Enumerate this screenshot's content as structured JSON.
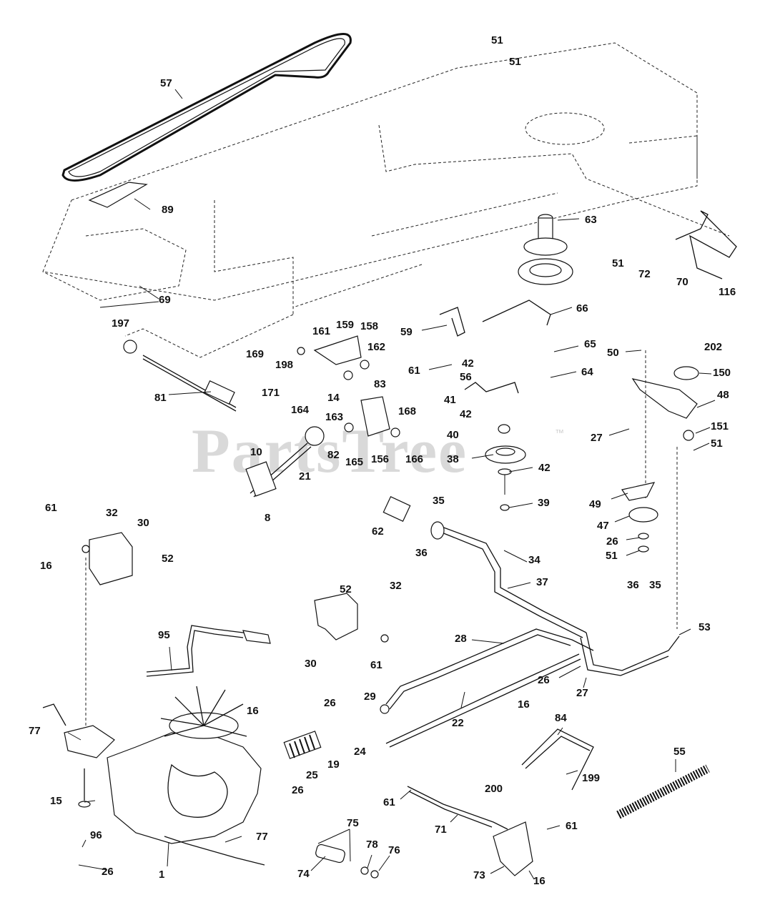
{
  "watermark": {
    "text": "PartsTree",
    "trademark": "™"
  },
  "callouts": [
    {
      "id": "c57a",
      "label": "57"
    },
    {
      "id": "c51a",
      "label": "51"
    },
    {
      "id": "c51b",
      "label": "51"
    },
    {
      "id": "c89",
      "label": "89"
    },
    {
      "id": "c63",
      "label": "63"
    },
    {
      "id": "c51c",
      "label": "51"
    },
    {
      "id": "c72",
      "label": "72"
    },
    {
      "id": "c70",
      "label": "70"
    },
    {
      "id": "c116",
      "label": "116"
    },
    {
      "id": "c69",
      "label": "69"
    },
    {
      "id": "c197",
      "label": "197"
    },
    {
      "id": "c66",
      "label": "66"
    },
    {
      "id": "c59",
      "label": "59"
    },
    {
      "id": "c161",
      "label": "161"
    },
    {
      "id": "c159",
      "label": "159"
    },
    {
      "id": "c158",
      "label": "158"
    },
    {
      "id": "c162",
      "label": "162"
    },
    {
      "id": "c169",
      "label": "169"
    },
    {
      "id": "c198",
      "label": "198"
    },
    {
      "id": "c171",
      "label": "171"
    },
    {
      "id": "c81",
      "label": "81"
    },
    {
      "id": "c164",
      "label": "164"
    },
    {
      "id": "c14",
      "label": "14"
    },
    {
      "id": "c83",
      "label": "83"
    },
    {
      "id": "c163",
      "label": "163"
    },
    {
      "id": "c42a",
      "label": "42"
    },
    {
      "id": "c61a",
      "label": "61"
    },
    {
      "id": "c56",
      "label": "56"
    },
    {
      "id": "c41",
      "label": "41"
    },
    {
      "id": "c42b",
      "label": "42"
    },
    {
      "id": "c65",
      "label": "65"
    },
    {
      "id": "c64",
      "label": "64"
    },
    {
      "id": "c50",
      "label": "50"
    },
    {
      "id": "c202",
      "label": "202"
    },
    {
      "id": "c150",
      "label": "150"
    },
    {
      "id": "c48",
      "label": "48"
    },
    {
      "id": "c168",
      "label": "168"
    },
    {
      "id": "c40",
      "label": "40"
    },
    {
      "id": "c27a",
      "label": "27"
    },
    {
      "id": "c151",
      "label": "151"
    },
    {
      "id": "c51d",
      "label": "51"
    },
    {
      "id": "c10",
      "label": "10"
    },
    {
      "id": "c21",
      "label": "21"
    },
    {
      "id": "c82",
      "label": "82"
    },
    {
      "id": "c165",
      "label": "165"
    },
    {
      "id": "c156",
      "label": "156"
    },
    {
      "id": "c166",
      "label": "166"
    },
    {
      "id": "c38",
      "label": "38"
    },
    {
      "id": "c42c",
      "label": "42"
    },
    {
      "id": "c8",
      "label": "8"
    },
    {
      "id": "c35a",
      "label": "35"
    },
    {
      "id": "c39",
      "label": "39"
    },
    {
      "id": "c49",
      "label": "49"
    },
    {
      "id": "c61b",
      "label": "61"
    },
    {
      "id": "c32a",
      "label": "32"
    },
    {
      "id": "c30a",
      "label": "30"
    },
    {
      "id": "c62",
      "label": "62"
    },
    {
      "id": "c47",
      "label": "47"
    },
    {
      "id": "c52a",
      "label": "52"
    },
    {
      "id": "c16a",
      "label": "16"
    },
    {
      "id": "c36a",
      "label": "36"
    },
    {
      "id": "c34",
      "label": "34"
    },
    {
      "id": "c26a",
      "label": "26"
    },
    {
      "id": "c51e",
      "label": "51"
    },
    {
      "id": "c37",
      "label": "37"
    },
    {
      "id": "c52b",
      "label": "52"
    },
    {
      "id": "c32b",
      "label": "32"
    },
    {
      "id": "c36b",
      "label": "36"
    },
    {
      "id": "c35b",
      "label": "35"
    },
    {
      "id": "c53",
      "label": "53"
    },
    {
      "id": "c95",
      "label": "95"
    },
    {
      "id": "c28",
      "label": "28"
    },
    {
      "id": "c30b",
      "label": "30"
    },
    {
      "id": "c61c",
      "label": "61"
    },
    {
      "id": "c26b",
      "label": "26"
    },
    {
      "id": "c27b",
      "label": "27"
    },
    {
      "id": "c29",
      "label": "29"
    },
    {
      "id": "c77a",
      "label": "77"
    },
    {
      "id": "c16b",
      "label": "16"
    },
    {
      "id": "c26c",
      "label": "26"
    },
    {
      "id": "c22",
      "label": "22"
    },
    {
      "id": "c16c",
      "label": "16"
    },
    {
      "id": "c84",
      "label": "84"
    },
    {
      "id": "c55",
      "label": "55"
    },
    {
      "id": "c24",
      "label": "24"
    },
    {
      "id": "c19",
      "label": "19"
    },
    {
      "id": "c25",
      "label": "25"
    },
    {
      "id": "c199",
      "label": "199"
    },
    {
      "id": "c15",
      "label": "15"
    },
    {
      "id": "c26d",
      "label": "26"
    },
    {
      "id": "c200",
      "label": "200"
    },
    {
      "id": "c61d",
      "label": "61"
    },
    {
      "id": "c96",
      "label": "96"
    },
    {
      "id": "c77b",
      "label": "77"
    },
    {
      "id": "c75",
      "label": "75"
    },
    {
      "id": "c71",
      "label": "71"
    },
    {
      "id": "c61e",
      "label": "61"
    },
    {
      "id": "c78",
      "label": "78"
    },
    {
      "id": "c76",
      "label": "76"
    },
    {
      "id": "c26e",
      "label": "26"
    },
    {
      "id": "c74",
      "label": "74"
    },
    {
      "id": "c73",
      "label": "73"
    },
    {
      "id": "c16d",
      "label": "16"
    },
    {
      "id": "c1",
      "label": "1"
    }
  ]
}
